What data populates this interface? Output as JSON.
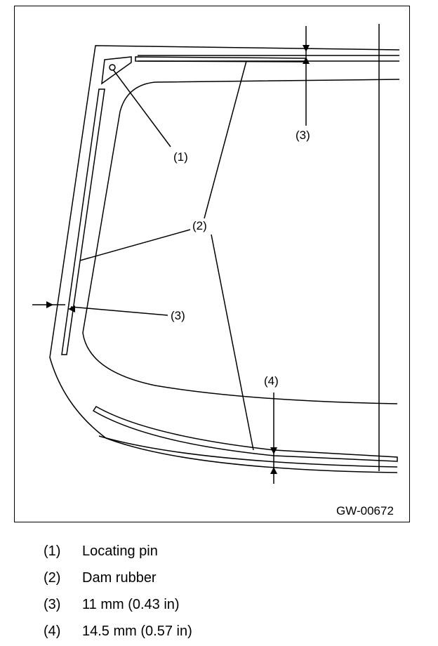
{
  "figure": {
    "id_label": "GW-00672",
    "callouts": {
      "c1": "(1)",
      "c2": "(2)",
      "c3_top": "(3)",
      "c3_left": "(3)",
      "c4": "(4)"
    }
  },
  "legend": {
    "items": [
      {
        "num": "(1)",
        "text": "Locating pin"
      },
      {
        "num": "(2)",
        "text": "Dam rubber"
      },
      {
        "num": "(3)",
        "text": "11 mm (0.43 in)"
      },
      {
        "num": "(4)",
        "text": "14.5 mm (0.57 in)"
      }
    ]
  }
}
